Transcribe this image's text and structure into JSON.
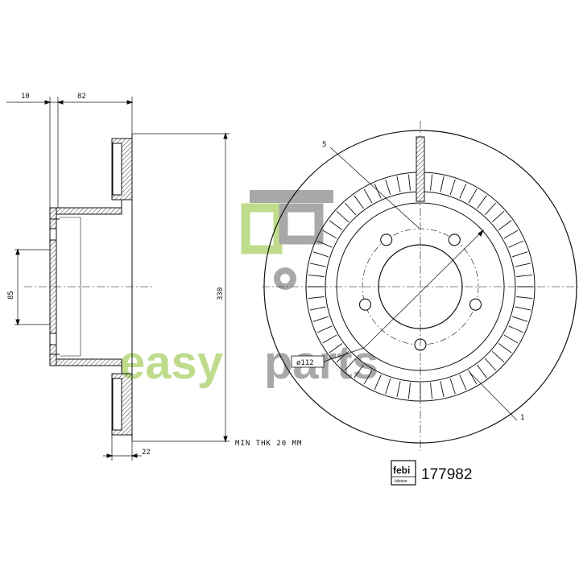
{
  "dimensions": {
    "flange_thickness": "10",
    "hat_depth": "82",
    "center_bore": "85",
    "disc_diameter": "330",
    "disc_thickness": "22",
    "min_thickness_note": "MIN THK 20 MM",
    "pitch_circle": "ø112"
  },
  "callouts": {
    "bolt_hole_ref": "5",
    "friction_ring_ref": "1"
  },
  "watermark": {
    "text_easy": "easy",
    "text_parts": "parts",
    "color_green": "#b5d77a",
    "color_gray": "#9a9a9a"
  },
  "branding": {
    "logo_text": "febi",
    "logo_subtext": "bilstein",
    "part_number": "177982"
  }
}
